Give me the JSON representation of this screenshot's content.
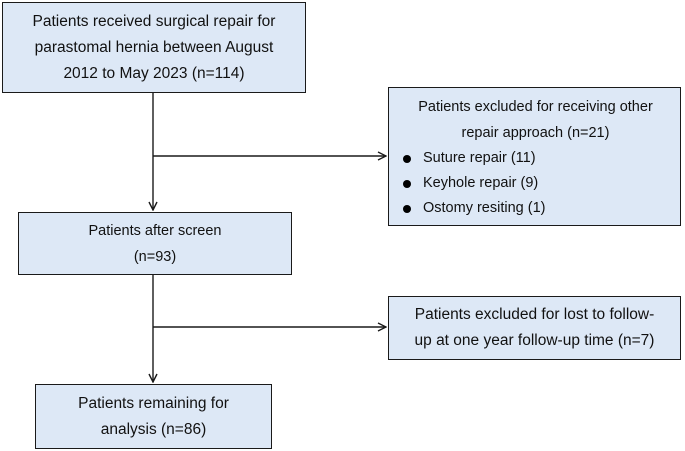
{
  "boxes": {
    "start": {
      "lines": [
        "Patients received surgical repair for",
        "parastomal hernia between August",
        "2012 to May 2023 (n=114)"
      ]
    },
    "exclude1": {
      "lines": [
        "Patients excluded for receiving other",
        "repair approach  (n=21)"
      ],
      "bullets": [
        "Suture repair (11)",
        "Keyhole repair (9)",
        "Ostomy resiting (1)"
      ]
    },
    "screen": {
      "lines": [
        "Patients after screen",
        "(n=93)"
      ]
    },
    "exclude2": {
      "lines": [
        "Patients excluded for lost to follow-",
        "up at one year follow-up time (n=7)"
      ]
    },
    "final": {
      "lines": [
        "Patients remaining for",
        "analysis (n=86)"
      ]
    }
  },
  "colors": {
    "box_fill": "#dde8f6",
    "border": "#1a1a1a",
    "arrow": "#1a1a1a"
  }
}
